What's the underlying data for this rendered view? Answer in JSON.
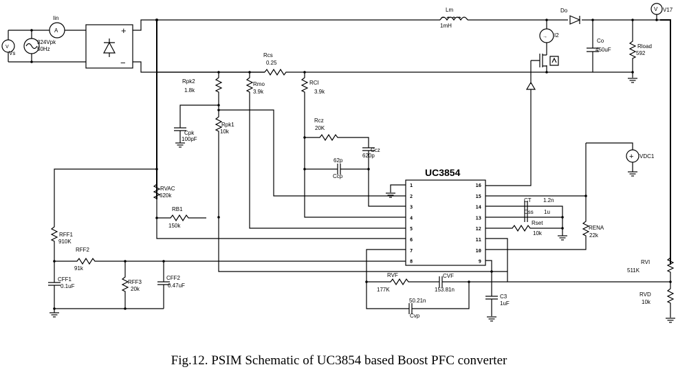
{
  "caption": "Fig.12. PSIM Schematic of UC3854 based Boost PFC converter",
  "source": {
    "name": "Vs",
    "amplitude": "324Vpk",
    "frequency": "50Hz",
    "ammeter": "Iin"
  },
  "bridge": {
    "plus": "+",
    "minus": "−"
  },
  "inductor": {
    "name": "Lm",
    "value": "1mH"
  },
  "diode": {
    "name": "Do"
  },
  "current_probe": {
    "name": "I2"
  },
  "output_cap": {
    "name": "Co",
    "value": "450uF"
  },
  "load": {
    "name": "Rload",
    "value": "592"
  },
  "voltmeter": {
    "name": "V17"
  },
  "rcs": {
    "name": "Rcs",
    "value": "0.25"
  },
  "rpk2": {
    "name": "Rpk2",
    "value": "1.8k"
  },
  "rmo": {
    "name": "Rmo",
    "value": "3.9k"
  },
  "rci": {
    "name": "RCI",
    "value": "3.9k"
  },
  "cpk": {
    "name": "Cpk",
    "value": "100pF"
  },
  "rpk1": {
    "name": "Rpk1",
    "value": "10k"
  },
  "rcz": {
    "name": "Rcz",
    "value": "20K"
  },
  "ccz": {
    "name": "Ccz",
    "value": "620p"
  },
  "ccp": {
    "name": "Ccp",
    "value": "62p"
  },
  "chip": {
    "name": "UC3854",
    "left_pins": [
      "1",
      "2",
      "3",
      "4",
      "5",
      "6",
      "7",
      "8"
    ],
    "right_pins": [
      "16",
      "15",
      "14",
      "13",
      "12",
      "11",
      "10",
      "9"
    ]
  },
  "vdc": {
    "name": "VDC1"
  },
  "rvac": {
    "name": "RVAC",
    "value": "620k"
  },
  "rb1": {
    "name": "RB1",
    "value": "150k"
  },
  "rff1": {
    "name": "RFF1",
    "value": "910K"
  },
  "rff2": {
    "name": "RFF2",
    "value": "91k"
  },
  "rff3": {
    "name": "RFF3",
    "value": "20k"
  },
  "cff1": {
    "name": "CFF1",
    "value": "0.1uF"
  },
  "cff2": {
    "name": "CFF2",
    "value": "0.47uF"
  },
  "ct": {
    "name": "CT",
    "value": "1.2n"
  },
  "css": {
    "name": "Css",
    "value": "1u"
  },
  "rset": {
    "name": "Rset",
    "value": "10k"
  },
  "rena": {
    "name": "RENA",
    "value": "22k"
  },
  "rvf": {
    "name": "RVF",
    "value": "177K"
  },
  "cvf": {
    "name": "CVF",
    "value": "153.81n"
  },
  "cvp": {
    "name": "Cvp",
    "value": "50.21n"
  },
  "c3": {
    "name": "C3",
    "value": "1uF"
  },
  "rvi": {
    "name": "RVI",
    "value": "511K"
  },
  "rvd": {
    "name": "RVD",
    "value": "10k"
  }
}
